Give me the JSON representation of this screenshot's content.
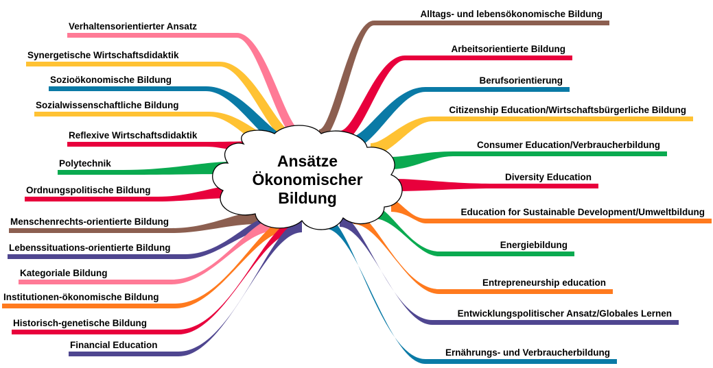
{
  "center": {
    "lines": [
      "Ansätze",
      "Ökonomischer",
      "Bildung"
    ]
  },
  "colors": {
    "pink": "#ff7a96",
    "yellow": "#ffc233",
    "teal": "#0a7aa6",
    "red": "#e8003c",
    "green": "#0aaa50",
    "brown": "#8c5f50",
    "purple": "#4f4690",
    "orange": "#ff7a1e"
  },
  "left_branches": [
    {
      "label": "Verhaltensorientierter Ansatz",
      "color": "pink"
    },
    {
      "label": "Synergetische Wirtschaftsdidaktik",
      "color": "yellow"
    },
    {
      "label": "Sozioökonomische Bildung",
      "color": "teal"
    },
    {
      "label": "Sozialwissenschaftliche Bildung",
      "color": "yellow"
    },
    {
      "label": "Reflexive Wirtschaftsdidaktik",
      "color": "red"
    },
    {
      "label": "Polytechnik",
      "color": "green"
    },
    {
      "label": "Ordnungspolitische Bildung",
      "color": "red"
    },
    {
      "label": "Menschenrechts-orientierte Bildung",
      "color": "brown"
    },
    {
      "label": "Lebenssituations-orientierte Bildung",
      "color": "purple"
    },
    {
      "label": "Kategoriale Bildung",
      "color": "pink"
    },
    {
      "label": "Institutionen-ökonomische Bildung",
      "color": "orange"
    },
    {
      "label": "Historisch-genetische Bildung",
      "color": "red"
    },
    {
      "label": "Financial Education",
      "color": "purple"
    }
  ],
  "right_branches": [
    {
      "label": "Alltags- und lebensökonomische Bildung",
      "color": "brown"
    },
    {
      "label": "Arbeitsorientierte Bildung",
      "color": "red"
    },
    {
      "label": "Berufsorientierung",
      "color": "teal"
    },
    {
      "label": "Citizenship Education/Wirtschaftsbürgerliche Bildung",
      "color": "yellow"
    },
    {
      "label": "Consumer Education/Verbraucherbildung",
      "color": "green"
    },
    {
      "label": "Diversity Education",
      "color": "red"
    },
    {
      "label": "Education for Sustainable Development/Umweltbildung",
      "color": "orange"
    },
    {
      "label": "Energiebildung",
      "color": "green"
    },
    {
      "label": "Entrepreneurship education",
      "color": "orange"
    },
    {
      "label": "Entwicklungspolitischer Ansatz/Globales Lernen",
      "color": "purple"
    },
    {
      "label": "Ernährungs- und Verbraucherbildung",
      "color": "teal"
    }
  ]
}
